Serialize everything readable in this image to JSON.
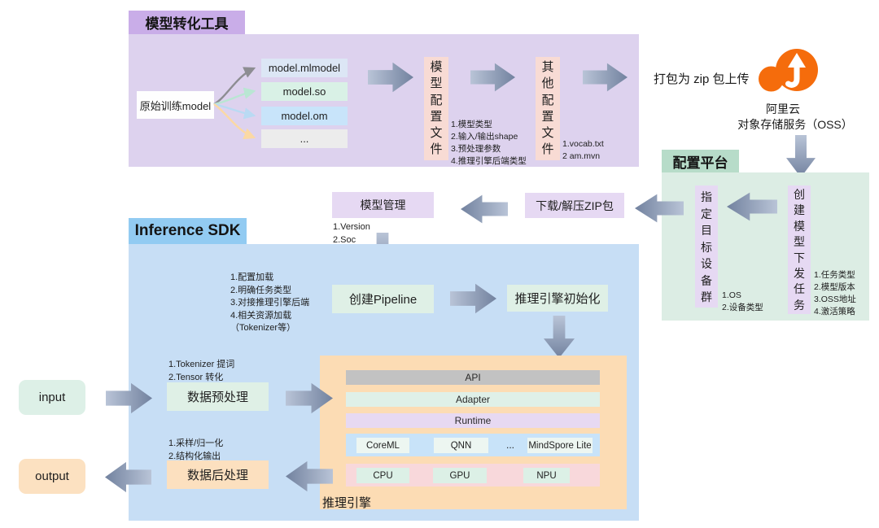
{
  "converter": {
    "title": "模型转化工具",
    "source_model": "原始训练model",
    "artifacts": [
      "model.mlmodel",
      "model.so",
      "model.om",
      "..."
    ],
    "model_config": {
      "label": "模型配置文件",
      "notes": [
        "1.模型类型",
        "2.输入/输出shape",
        "3.预处理参数",
        "4.推理引擎后端类型"
      ]
    },
    "other_config": {
      "label": "其他配置文件",
      "notes": [
        "1.vocab.txt",
        "2 am.mvn"
      ]
    }
  },
  "oss": {
    "caption": "打包为 zip 包上传",
    "provider": "阿里云",
    "service": "对象存储服务（OSS）"
  },
  "platform": {
    "title": "配置平台",
    "create_task": {
      "label": "创建模型下发任务",
      "notes": [
        "1.任务类型",
        "2.模型版本",
        "3.OSS地址",
        "4.激活策略"
      ]
    },
    "target_group": {
      "label": "指定目标设备群",
      "notes": [
        "1.OS",
        "2.设备类型"
      ]
    }
  },
  "delivery": {
    "download": "下载/解压ZIP包",
    "model_mgmt": {
      "label": "模型管理",
      "notes": [
        "1.Version",
        "2.Soc"
      ]
    }
  },
  "sdk": {
    "title": "Inference SDK",
    "pipeline_notes": [
      "1.配置加载",
      "2.明确任务类型",
      "3.对接推理引擎后端",
      "4.相关资源加载（Tokenizer等）"
    ],
    "create_pipeline": "创建Pipeline",
    "engine_init": "推理引擎初始化",
    "input": "input",
    "output": "output",
    "preprocess": {
      "label": "数据预处理",
      "notes": [
        "1.Tokenizer 提词",
        "2.Tensor 转化"
      ]
    },
    "postprocess": {
      "label": "数据后处理",
      "notes": [
        "1.采样/归一化",
        "2.结构化输出"
      ]
    }
  },
  "engine": {
    "label": "推理引擎",
    "layers": [
      "API",
      "Adapter",
      "Runtime"
    ],
    "backends": [
      "CoreML",
      "QNN",
      "...",
      "MindSpore Lite"
    ],
    "hardware": [
      "CPU",
      "GPU",
      "NPU"
    ]
  },
  "colors": {
    "purple_header": "#c9ade8",
    "purple_panel": "#ddd2ee",
    "green_header": "#b7dcc9",
    "green_panel": "#dcede4",
    "blue_header": "#92cbf2",
    "blue_panel": "#c7def5",
    "orange_panel": "#fcdcb4",
    "pink_box": "#f8dbd4",
    "lavender_box": "#e6d9f3",
    "mint_box": "#dff0e6",
    "peach_box": "#fce0bf",
    "api_bar": "#c2c2c2",
    "backend_bar": "#c8e3f9",
    "hardware_bar": "#f8d8db",
    "arrow_light": "#b9c4d7",
    "arrow_dark": "#72829f",
    "cloud_orange": "#f56c0c"
  }
}
